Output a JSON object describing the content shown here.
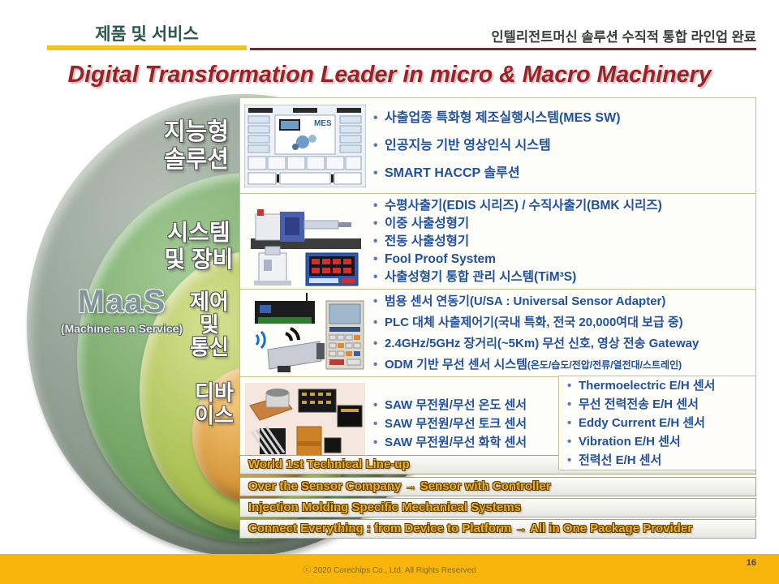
{
  "header": {
    "tab_label": "제품 및 서비스",
    "subtitle": "인텔리전트머신 솔루션 수직적 통합 라인업 완료"
  },
  "title": "Digital Transformation Leader in micro & Macro Machinery",
  "diagram": {
    "maas": {
      "title": "MaaS",
      "subtitle": "(Machine as a Service)"
    },
    "rings": [
      {
        "id": "intelligent-solution",
        "label": "지능형\n솔루션"
      },
      {
        "id": "system-equipment",
        "label": "시스템\n및 장비"
      },
      {
        "id": "control-communication",
        "label": "제어\n및\n통신"
      },
      {
        "id": "device",
        "label": "디바\n이스"
      }
    ]
  },
  "rows": [
    {
      "name": "intelligent-solution",
      "image": "mes-software-diagram",
      "bullets": [
        "사출업종 특화형 제조실행시스템(MES SW)",
        "인공지능 기반 영상인식 시스템",
        "SMART HACCP 솔루션"
      ]
    },
    {
      "name": "system-equipment",
      "image": "injection-molding-machines",
      "bullets": [
        "수평사출기(EDIS 시리즈) / 수직사출기(BMK 시리즈)",
        "이중 사출성형기",
        "전동 사출성형기",
        "Fool Proof System",
        "사출성형기 통합 관리 시스템(TiM³S)"
      ]
    },
    {
      "name": "control-communication",
      "image": "wireless-gateway-controller-camera",
      "bullets": [
        {
          "text": "범용 센서 연동기(U/SA : Universal Sensor Adapter)",
          "note": ""
        },
        {
          "text": "PLC 대체 사출제어기(국내 특화, 전국 20,000여대 보급 중)",
          "note": ""
        },
        {
          "text": "2.4GHz/5GHz 장거리(~5Km) 무선 신호, 영상 전송 Gateway",
          "note": ""
        },
        {
          "text": "ODM 기반 무선 센서 시스템",
          "note": "(온도/습도/전압/전류/열전대/스트레인)"
        }
      ]
    },
    {
      "name": "device",
      "image": "sensor-modules",
      "bullets_left": [
        "SAW 무전원/무선 온도 센서",
        "SAW 무전원/무선 토크 센서",
        "SAW 무전원/무선 화학 센서"
      ],
      "bullets_right": [
        "Thermoelectric E/H 센서",
        "무선 전력전송 E/H 센서",
        "Eddy Current E/H 센서",
        "Vibration E/H 센서",
        "전력선 E/H 센서"
      ]
    }
  ],
  "banners": {
    "items": [
      "World 1st Technical Line-up",
      "Over the Sensor Company → Sensor with Controller",
      "Injection Molding Specific Mechanical Systems",
      "Connect Everything : from Device to Platform → All in One Package Provider"
    ]
  },
  "footer": {
    "copyright": "ⓒ 2020 Corechips Co., Ltd. All Rights Reserved",
    "page_number": "16"
  },
  "colors": {
    "tab_underline": "#f2c21d",
    "subtitle_line": "#8c1f1f",
    "title_red": "#9e2126",
    "bullet_blue": "#20509e",
    "banner_gold": "#f0b125",
    "footer_bg": "#f8b50c",
    "ring_outer_sage": "#8a998a",
    "ring_green": "#72a364",
    "ring_yellow_green": "#abc052",
    "ring_orange": "#d99a3c"
  }
}
